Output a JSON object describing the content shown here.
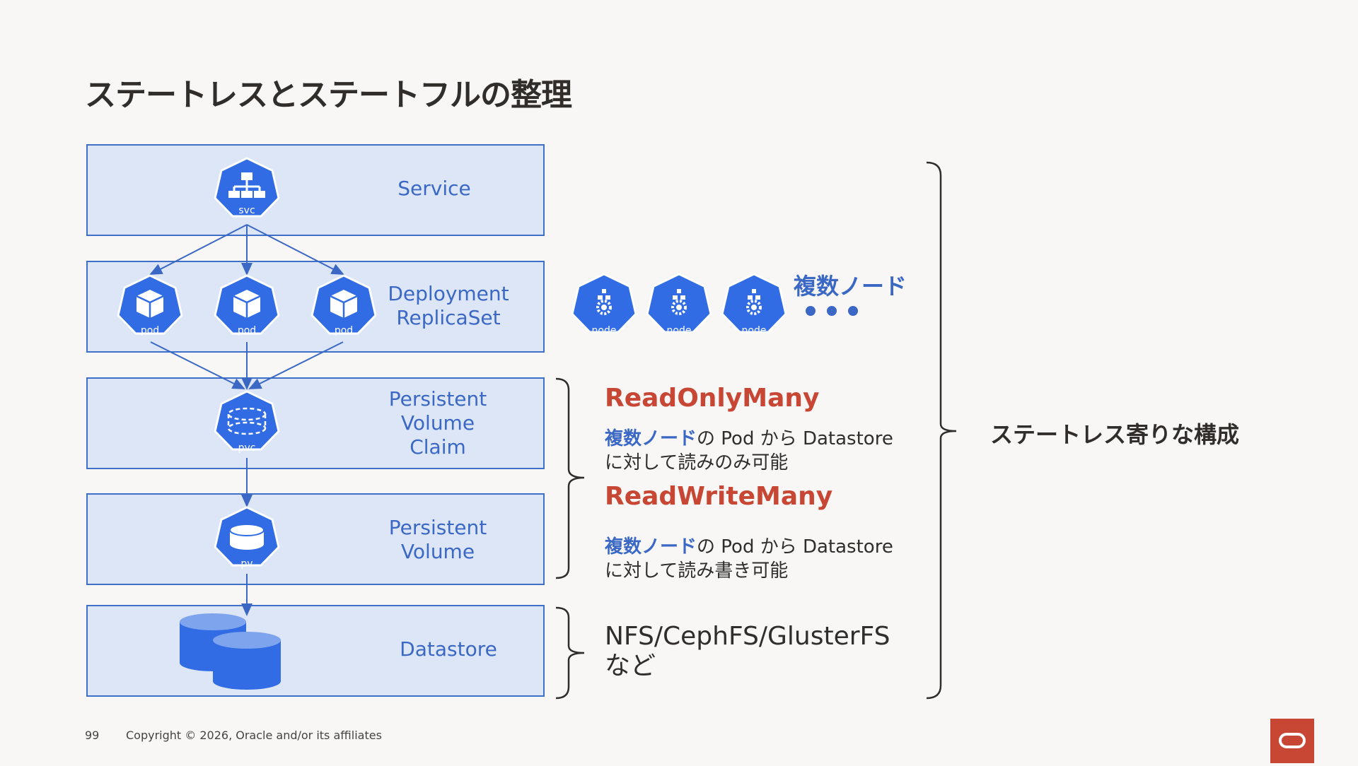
{
  "title": "ステートレスとステートフルの整理",
  "layers": {
    "service": "Service",
    "deployment": "Deployment\nReplicaSet",
    "pvc": "Persistent\nVolume\nClaim",
    "pv": "Persistent\nVolume",
    "datastore": "Datastore"
  },
  "icons": {
    "svc": "svc",
    "pod": "pod",
    "pvc": "pvc",
    "pv": "pv",
    "node": "node"
  },
  "multi_node": "複数ノード",
  "read_only": {
    "title": "ReadOnlyMany",
    "highlight": "複数ノード",
    "line1_rest": "の Pod から Datastore",
    "line2": "に対して読みのみ可能"
  },
  "read_write": {
    "title": "ReadWriteMany",
    "highlight": "複数ノード",
    "line1_rest": "の Pod から Datastore",
    "line2": "に対して読み書き可能"
  },
  "filesystems": "NFS/CephFS/GlusterFS\nなど",
  "summary": "ステートレス寄りな構成",
  "footer": {
    "page_number": "99",
    "copyright": "Copyright © 2026, Oracle and/or its affiliates"
  },
  "colors": {
    "k8s_blue": "#326ce5",
    "accent_red": "#c74634",
    "layer_fill": "#dce6f7",
    "layer_border": "#3e6fc9"
  }
}
